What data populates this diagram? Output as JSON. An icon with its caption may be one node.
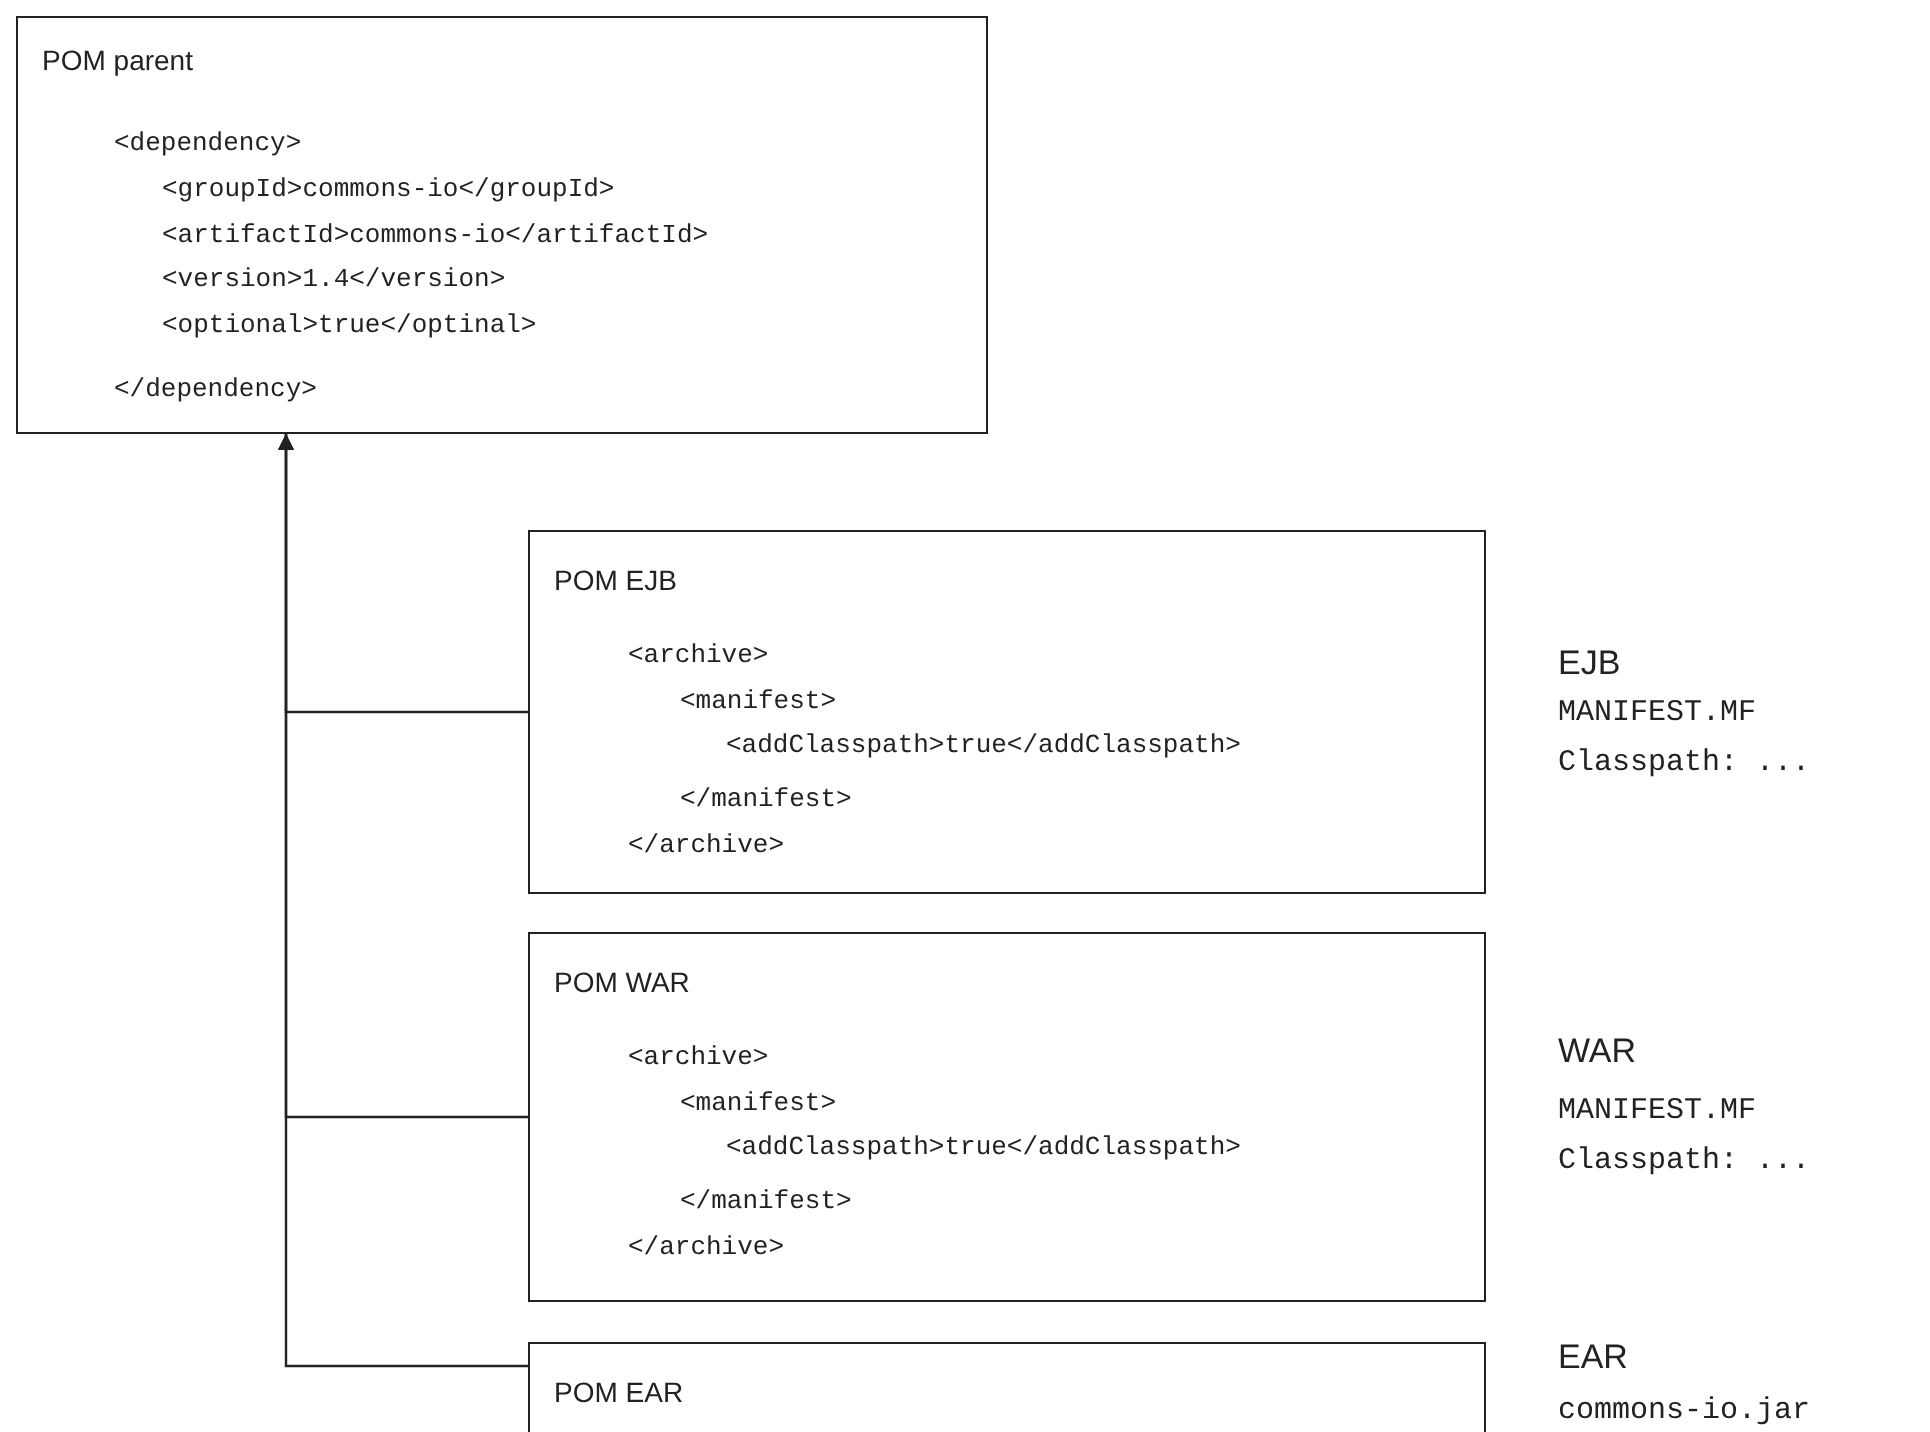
{
  "diagram": {
    "nodes": [
      {
        "text": [
          "POM parent",
          "<dependency>",
          "<groupId>commons-io</groupId>",
          "<artifactId>commons-io</artifactId>",
          "<version>1.4</version>",
          "<optional>true</optinal>",
          "</dependency>"
        ]
      },
      {
        "text": [
          "POM EJB",
          "<archive>",
          "<manifest>",
          "<addClasspath>true</addClasspath>",
          "</manifest>",
          "</archive>"
        ]
      },
      {
        "text": [
          "POM WAR",
          "<archive>",
          "<manifest>",
          "<addClasspath>true</addClasspath>",
          "</manifest>",
          "</archive>"
        ]
      },
      {
        "text": [
          "POM EAR"
        ]
      }
    ],
    "edges": [
      {
        "from": 1,
        "to": 0,
        "arrow": "to"
      },
      {
        "from": 2,
        "to": 0,
        "arrow": "to"
      },
      {
        "from": 3,
        "to": 0,
        "arrow": "to"
      }
    ],
    "labels": [
      "EJB",
      "MANIFEST.MF",
      "Classpath: ...",
      "WAR",
      "MANIFEST.MF",
      "Classpath: ...",
      "EAR",
      "commons-io.jar"
    ]
  }
}
